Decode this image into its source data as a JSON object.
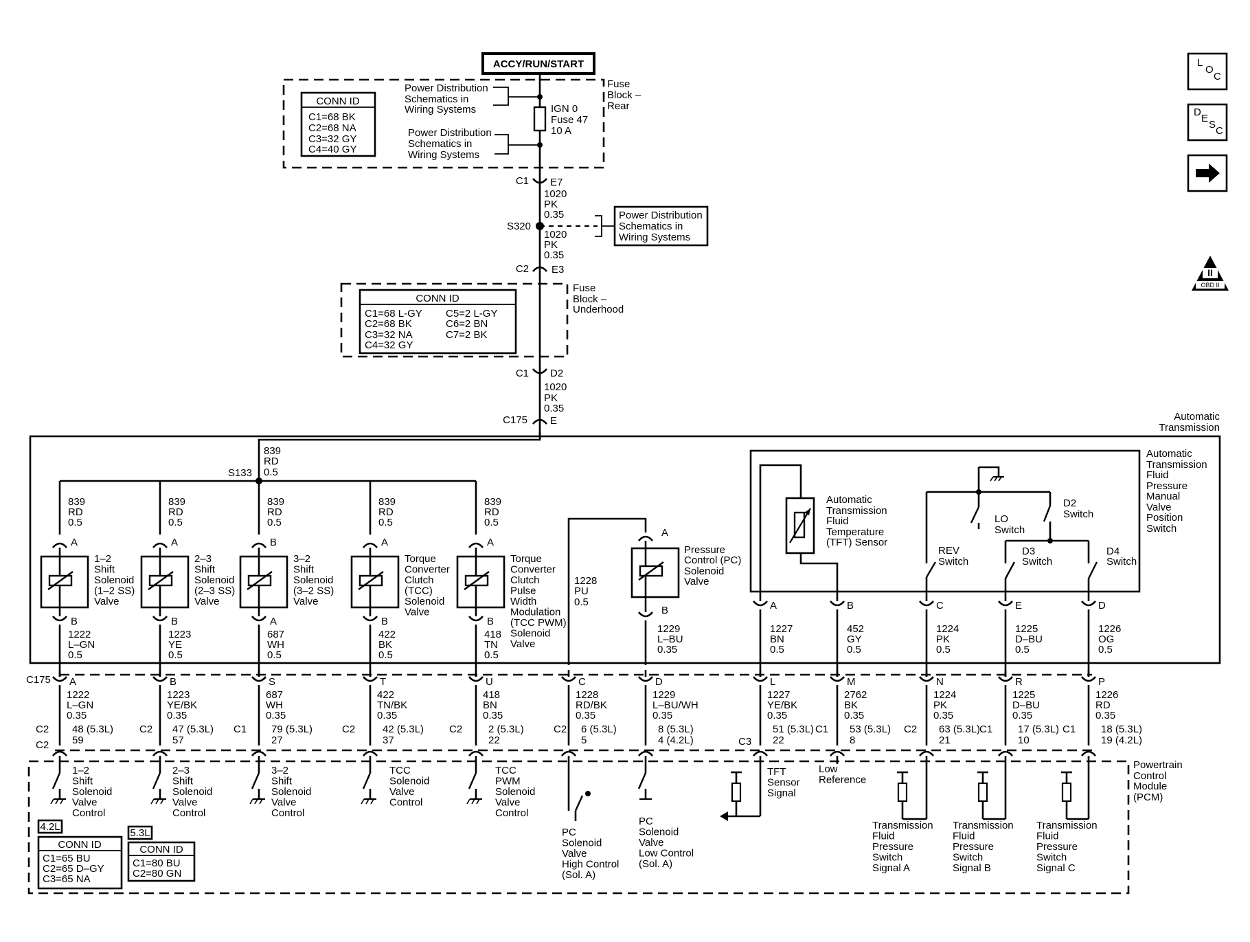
{
  "power_source": "ACCY/RUN/START",
  "fuse_block_rear": {
    "label": [
      "Fuse",
      "Block –",
      "Rear"
    ],
    "conn_id_title": "CONN ID",
    "conn_id": [
      "C1=68 BK",
      "C2=68 NA",
      "C3=32 GY",
      "C4=40 GY"
    ],
    "pd_ref_top": [
      "Power Distribution",
      "Schematics in",
      "Wiring Systems"
    ],
    "pd_ref_bottom": [
      "Power Distribution",
      "Schematics in",
      "Wiring Systems"
    ],
    "fuse": [
      "IGN 0",
      "Fuse 47",
      "10 A"
    ]
  },
  "conn_c1_e7": {
    "conn": "C1",
    "pin": "E7"
  },
  "wire_1020_a": [
    "1020",
    "PK",
    "0.35"
  ],
  "splice_s320": "S320",
  "s320_ref": [
    "Power Distribution",
    "Schematics in",
    "Wiring Systems"
  ],
  "wire_1020_b": [
    "1020",
    "PK",
    "0.35"
  ],
  "conn_c2_e3": {
    "conn": "C2",
    "pin": "E3"
  },
  "fuse_block_underhood": {
    "label": [
      "Fuse",
      "Block –",
      "Underhood"
    ],
    "conn_id_title": "CONN ID",
    "conn_id_left": [
      "C1=68 L-GY",
      "C2=68 BK",
      "C3=32 NA",
      "C4=32 GY"
    ],
    "conn_id_right": [
      "C5=2 L-GY",
      "C6=2 BN",
      "C7=2 BK"
    ]
  },
  "conn_c1_d2": {
    "conn": "C1",
    "pin": "D2"
  },
  "wire_1020_c": [
    "1020",
    "PK",
    "0.35"
  ],
  "conn_c175_e": {
    "conn": "C175",
    "pin": "E"
  },
  "transmission_label": [
    "Automatic",
    "Transmission"
  ],
  "wire_839_main": [
    "839",
    "RD",
    "0.5"
  ],
  "splice_s133": "S133",
  "solenoids": [
    {
      "wire": [
        "839",
        "RD",
        "0.5"
      ],
      "pin_top": "A",
      "name": [
        "1–2",
        "Shift",
        "Solenoid",
        "(1–2 SS)",
        "Valve"
      ],
      "pin_bot": "B",
      "out_wire": [
        "1222",
        "L–GN",
        "0.5"
      ]
    },
    {
      "wire": [
        "839",
        "RD",
        "0.5"
      ],
      "pin_top": "A",
      "name": [
        "2–3",
        "Shift",
        "Solenoid",
        "(2–3 SS)",
        "Valve"
      ],
      "pin_bot": "B",
      "out_wire": [
        "1223",
        "YE",
        "0.5"
      ]
    },
    {
      "wire": [
        "839",
        "RD",
        "0.5"
      ],
      "pin_top": "B",
      "name": [
        "3–2",
        "Shift",
        "Solenoid",
        "(3–2 SS)",
        "Valve"
      ],
      "pin_bot": "A",
      "out_wire": [
        "687",
        "WH",
        "0.5"
      ]
    },
    {
      "wire": [
        "839",
        "RD",
        "0.5"
      ],
      "pin_top": "A",
      "name": [
        "Torque",
        "Converter",
        "Clutch",
        "(TCC)",
        "Solenoid",
        "Valve"
      ],
      "pin_bot": "B",
      "out_wire": [
        "422",
        "BK",
        "0.5"
      ]
    },
    {
      "wire": [
        "839",
        "RD",
        "0.5"
      ],
      "pin_top": "A",
      "name": [
        "Torque",
        "Converter",
        "Clutch",
        "Pulse",
        "Width",
        "Modulation",
        "(TCC PWM)",
        "Solenoid",
        "Valve"
      ],
      "pin_bot": "B",
      "out_wire": [
        "418",
        "TN",
        "0.5"
      ]
    }
  ],
  "pc_wire": [
    "1228",
    "PU",
    "0.5"
  ],
  "pc_solenoid": {
    "pin_top": "A",
    "name": [
      "Pressure",
      "Control (PC)",
      "Solenoid",
      "Valve"
    ],
    "pin_bot": "B",
    "out_wire": [
      "1229",
      "L–BU",
      "0.35"
    ]
  },
  "tft_sensor": [
    "Automatic",
    "Transmission",
    "Fluid",
    "Temperature",
    "(TFT) Sensor"
  ],
  "pressure_switch_label": [
    "Automatic",
    "Transmission",
    "Fluid",
    "Pressure",
    "Manual",
    "Valve",
    "Position",
    "Switch"
  ],
  "switches": {
    "d2": [
      "D2",
      "Switch"
    ],
    "lo": [
      "LO",
      "Switch"
    ],
    "rev": [
      "REV",
      "Switch"
    ],
    "d3": [
      "D3",
      "Switch"
    ],
    "d4": [
      "D4",
      "Switch"
    ]
  },
  "right_pins": [
    {
      "pin": "A",
      "wire": [
        "1227",
        "BN",
        "0.5"
      ]
    },
    {
      "pin": "B",
      "wire": [
        "452",
        "GY",
        "0.5"
      ]
    },
    {
      "pin": "C",
      "wire": [
        "1224",
        "PK",
        "0.5"
      ]
    },
    {
      "pin": "E",
      "wire": [
        "1225",
        "D–BU",
        "0.5"
      ]
    },
    {
      "pin": "D",
      "wire": [
        "1226",
        "OG",
        "0.5"
      ]
    }
  ],
  "c175_label": "C175",
  "harness": [
    {
      "pin": "A",
      "wire": [
        "1222",
        "L–GN",
        "0.35"
      ],
      "term": [
        "48 (5.3L)",
        "59"
      ],
      "conn_label": "C2"
    },
    {
      "pin": "B",
      "wire": [
        "1223",
        "YE/BK",
        "0.35"
      ],
      "term": [
        "47 (5.3L)",
        "57"
      ],
      "conn_label": "C2"
    },
    {
      "pin": "S",
      "wire": [
        "687",
        "WH",
        "0.35"
      ],
      "term": [
        "79 (5.3L)",
        "27"
      ],
      "conn_label": "C1"
    },
    {
      "pin": "T",
      "wire": [
        "422",
        "TN/BK",
        "0.35"
      ],
      "term": [
        "42 (5.3L)",
        "37"
      ],
      "conn_label": "C2"
    },
    {
      "pin": "U",
      "wire": [
        "418",
        "BN",
        "0.35"
      ],
      "term": [
        "2 (5.3L)",
        "22"
      ],
      "conn_label": "C2"
    },
    {
      "pin": "C",
      "wire": [
        "1228",
        "RD/BK",
        "0.35"
      ],
      "term": [
        "6 (5.3L)",
        "5"
      ],
      "conn_label": "C2"
    },
    {
      "pin": "D",
      "wire": [
        "1229",
        "L–BU/WH",
        "0.35"
      ],
      "term": [
        "8 (5.3L)",
        "4 (4.2L)"
      ],
      "conn_label": ""
    },
    {
      "pin": "L",
      "wire": [
        "1227",
        "YE/BK",
        "0.35"
      ],
      "term": [
        "51 (5.3L)",
        "22"
      ],
      "conn_label": ""
    },
    {
      "pin": "M",
      "wire": [
        "2762",
        "BK",
        "0.35"
      ],
      "term": [
        "53 (5.3L)",
        "8"
      ],
      "conn_label": "C1"
    },
    {
      "pin": "N",
      "wire": [
        "1224",
        "PK",
        "0.35"
      ],
      "term": [
        "63 (5.3L)",
        "21"
      ],
      "conn_label": "C2"
    },
    {
      "pin": "R",
      "wire": [
        "1225",
        "D–BU",
        "0.35"
      ],
      "term": [
        "17 (5.3L)",
        "10"
      ],
      "conn_label": "C1"
    },
    {
      "pin": "P",
      "wire": [
        "1226",
        "RD",
        "0.35"
      ],
      "term": [
        "18 (5.3L)",
        "19 (4.2L)"
      ],
      "conn_label": "C1"
    }
  ],
  "pcm_left_conn": [
    "C2",
    "C2"
  ],
  "pcm_c3": "C3",
  "pcm_label": [
    "Powertrain",
    "Control",
    "Module",
    "(PCM)"
  ],
  "pcm_functions": [
    [
      "1–2",
      "Shift",
      "Solenoid",
      "Valve",
      "Control"
    ],
    [
      "2–3",
      "Shift",
      "Solenoid",
      "Valve",
      "Control"
    ],
    [
      "3–2",
      "Shift",
      "Solenoid",
      "Valve",
      "Control"
    ],
    [
      "TCC",
      "Solenoid",
      "Valve",
      "Control"
    ],
    [
      "TCC",
      "PWM",
      "Solenoid",
      "Valve",
      "Control"
    ],
    [
      "PC",
      "Solenoid",
      "Valve",
      "High Control",
      "(Sol. A)"
    ],
    [
      "PC",
      "Solenoid",
      "Valve",
      "Low Control",
      "(Sol. A)"
    ],
    [
      "TFT",
      "Sensor",
      "Signal"
    ],
    [
      "Low",
      "Reference"
    ],
    [
      "Transmission",
      "Fluid",
      "Pressure",
      "Switch",
      "Signal A"
    ],
    [
      "Transmission",
      "Fluid",
      "Pressure",
      "Switch",
      "Signal B"
    ],
    [
      "Transmission",
      "Fluid",
      "Pressure",
      "Switch",
      "Signal C"
    ]
  ],
  "pcm_conn_42": {
    "tag": "4.2L",
    "title": "CONN ID",
    "rows": [
      "C1=65 BU",
      "C2=65 D–GY",
      "C3=65 NA"
    ]
  },
  "pcm_conn_53": {
    "tag": "5.3L",
    "title": "CONN ID",
    "rows": [
      "C1=80 BU",
      "C2=80 GN"
    ]
  },
  "side_icons": [
    {
      "name": "loc",
      "letters": [
        "L",
        "O",
        "C"
      ]
    },
    {
      "name": "desc",
      "letters": [
        "D",
        "E",
        "S",
        "C"
      ]
    },
    {
      "name": "next",
      "glyph": "➔"
    }
  ],
  "obd_badge": [
    "II",
    "OBD II"
  ]
}
